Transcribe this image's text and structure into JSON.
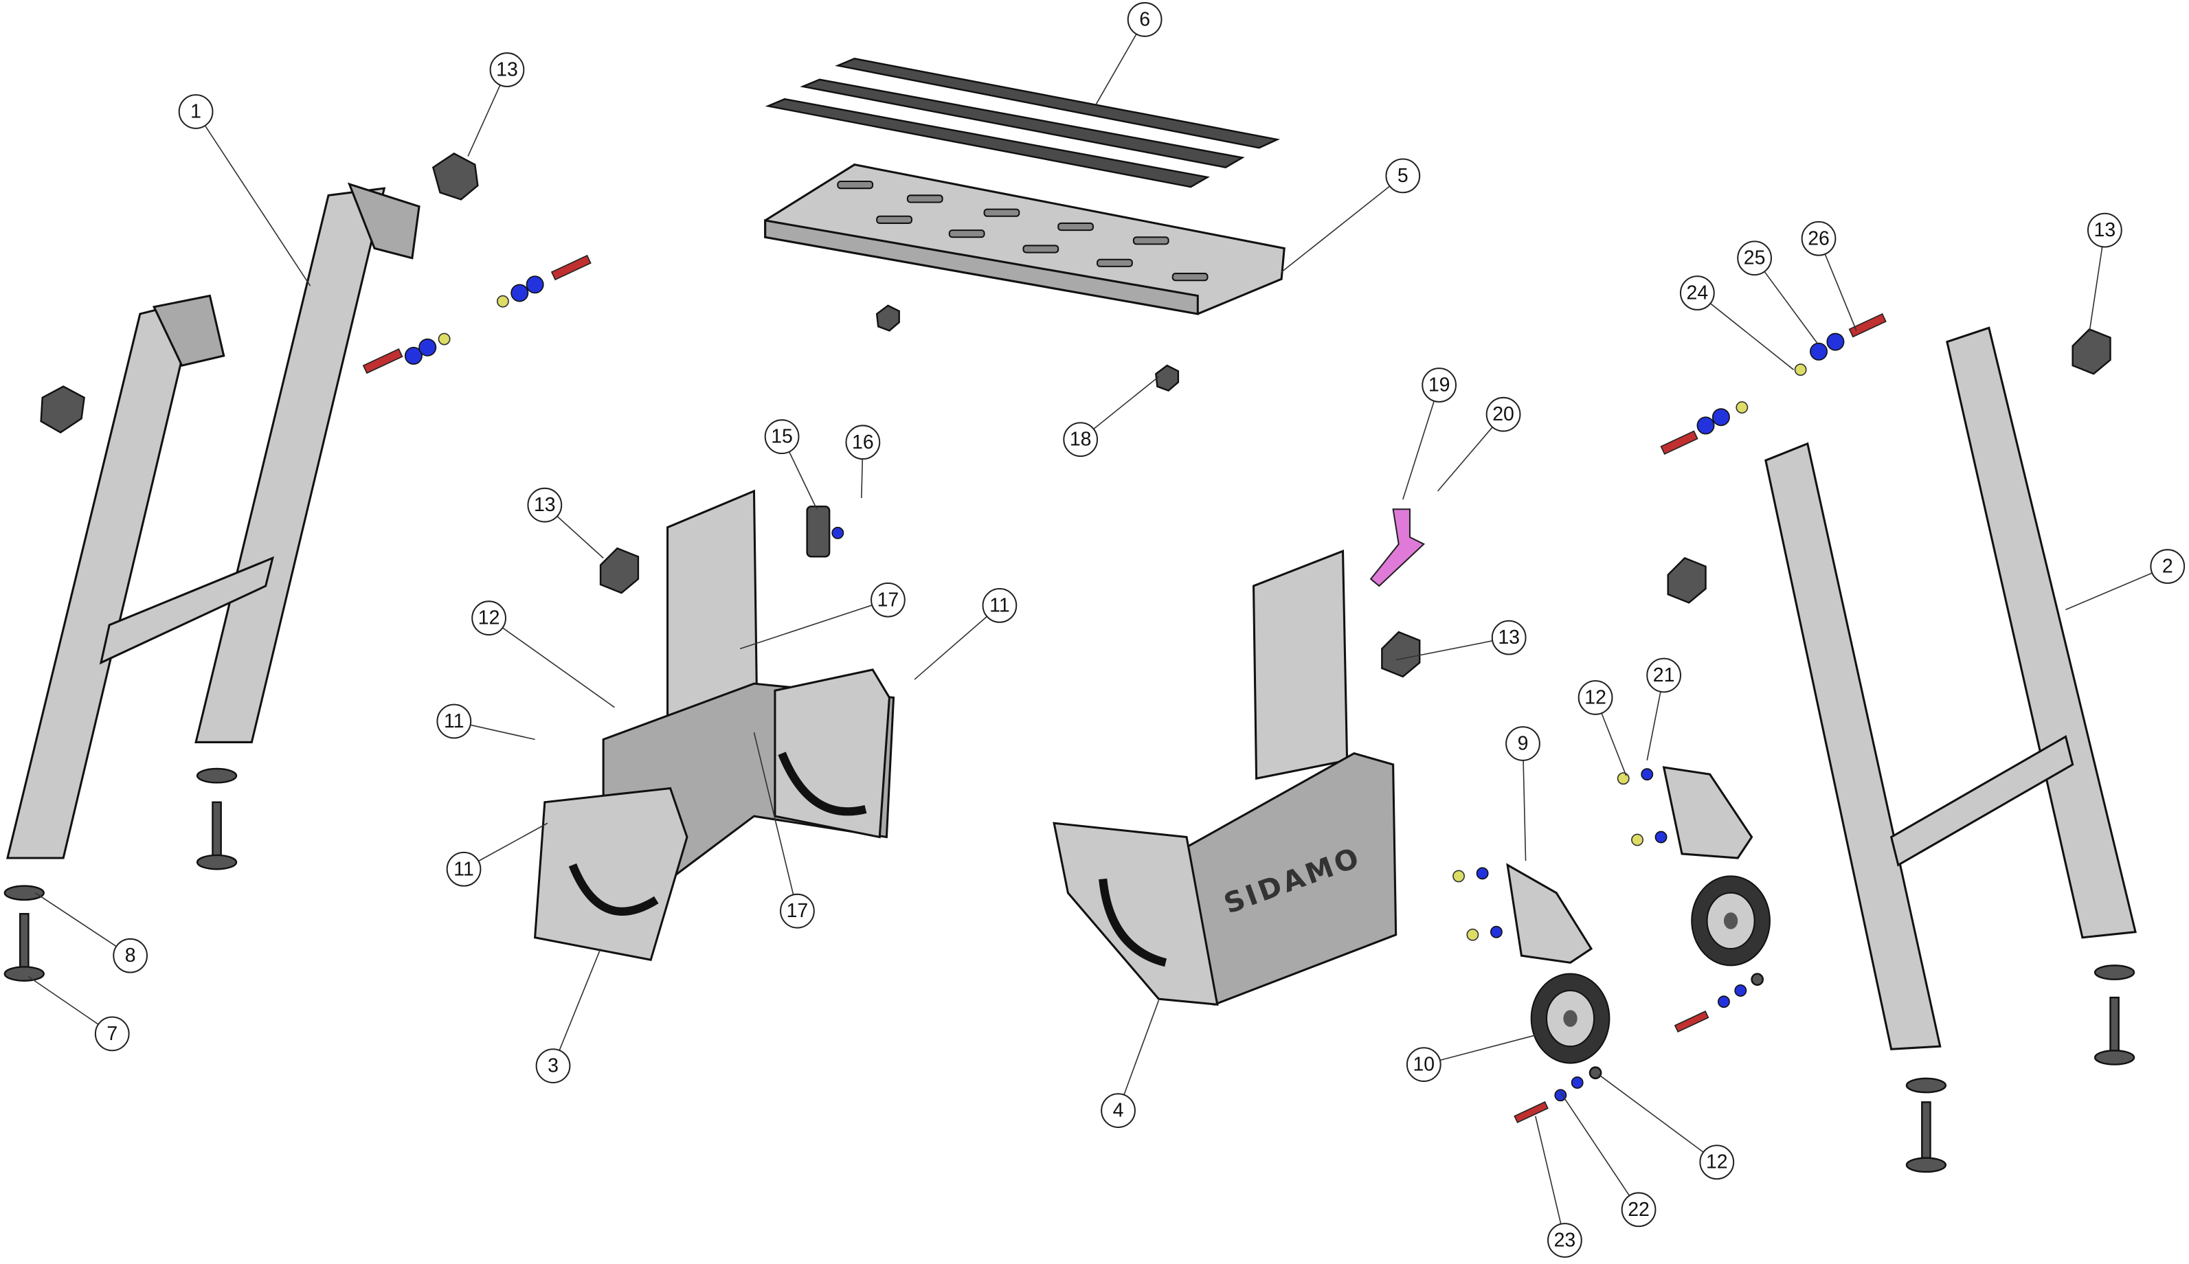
{
  "diagram": {
    "title": "Exploded parts view",
    "brand_label": "SIDAMO",
    "callouts": [
      "13",
      "1",
      "6",
      "5",
      "13",
      "26",
      "25",
      "24",
      "19",
      "20",
      "15",
      "16",
      "18",
      "13",
      "17",
      "11",
      "12",
      "2",
      "13",
      "11",
      "12",
      "21",
      "9",
      "11",
      "17",
      "8",
      "7",
      "3",
      "10",
      "4",
      "12",
      "22",
      "23"
    ],
    "colors": {
      "bolt": "#c03030",
      "washer": "#2233dd",
      "nut": "#dddd66",
      "bracket": "#e07ad8",
      "metal": "#c9c9c9"
    }
  }
}
